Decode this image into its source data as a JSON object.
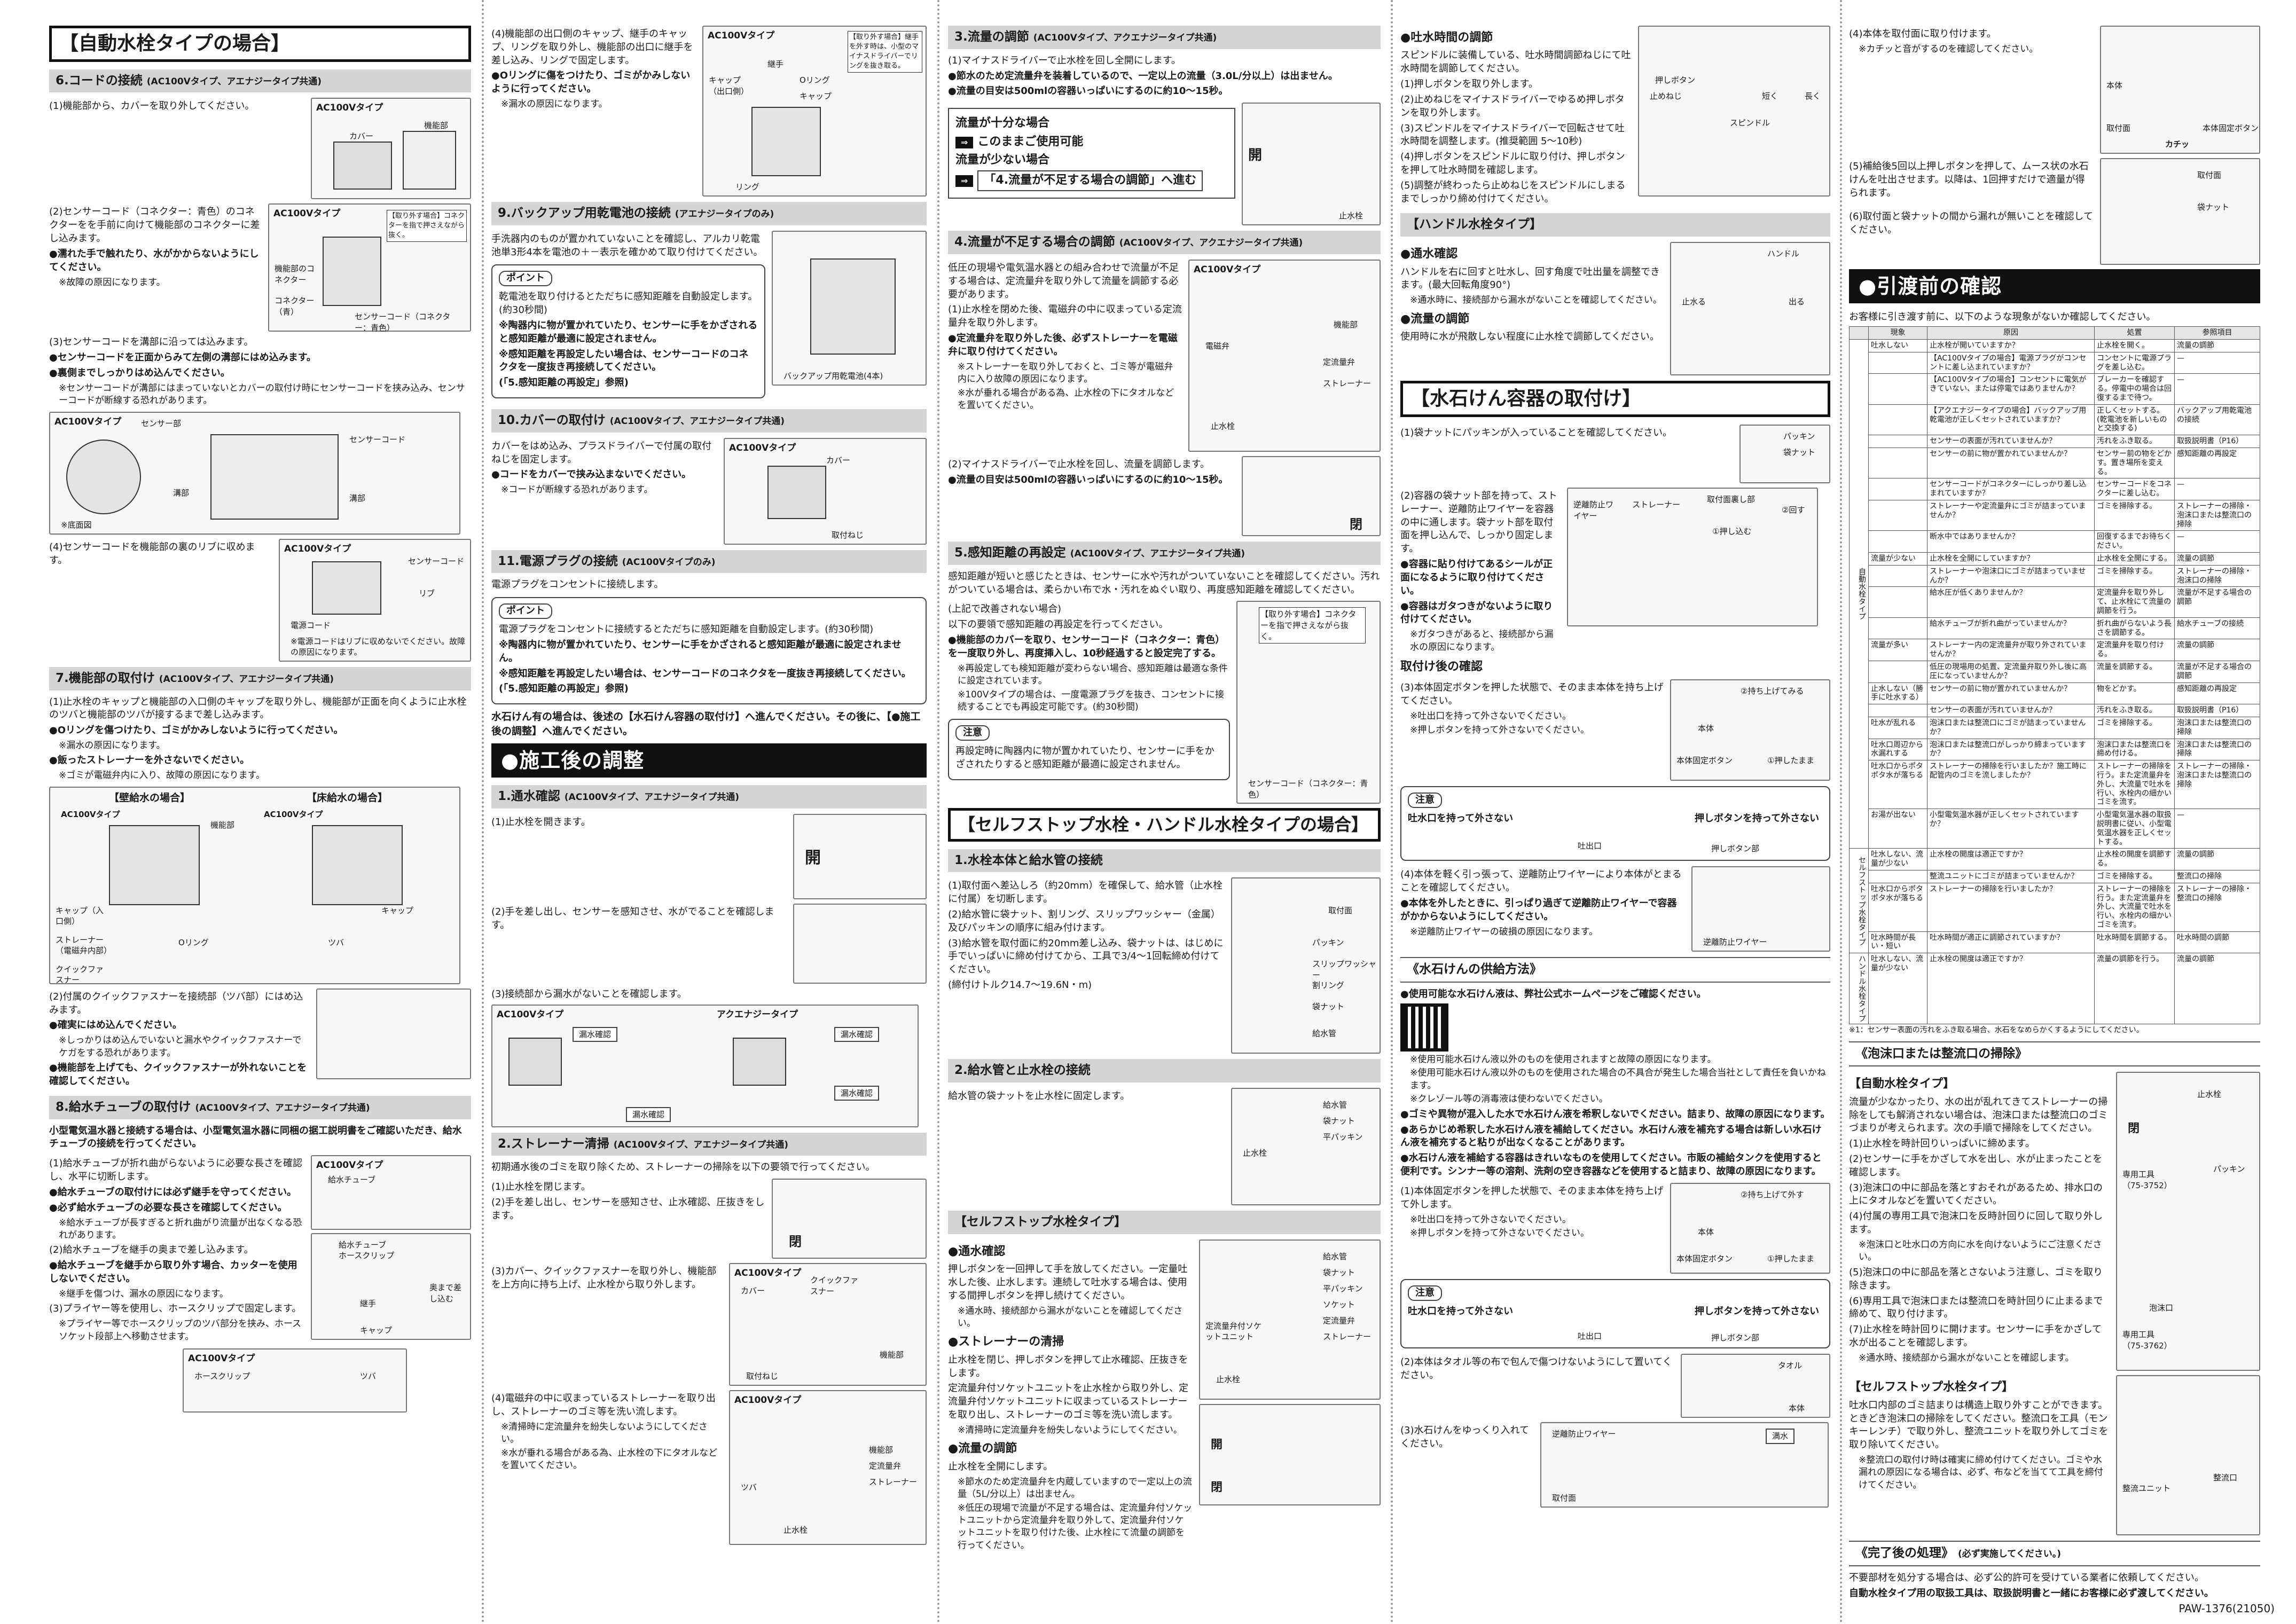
{
  "col1": {
    "banner": "【自動水栓タイプの場合】",
    "s6": {
      "title": "6.コードの接続",
      "sub": "(AC100Vタイプ、アエナジータイプ共通)",
      "p1": "(1)機能部から、カバーを取り外してください。",
      "fig1": "AC100Vタイプ",
      "fig1_labels": [
        "カバー",
        "機能部"
      ],
      "p2": "(2)センサーコード（コネクター：青色）のコネクターをを手前に向けて機能部のコネクターに差し込みます。",
      "b1": "●濡れた手で触れたり、水がかからないようにしてください。",
      "n1": "※故障の原因になります。",
      "fig2": "AC100Vタイプ",
      "fig2_note": "【取り外す場合】コネクターを指で押さえながら抜く。",
      "fig2_labels": [
        "機能部のコネクター",
        "コネクター（青）",
        "センサーコード（コネクター：青色）"
      ],
      "p3": "(3)センサーコードを溝部に沿っては込みます。",
      "b2": "●センサーコードを正面からみて左側の溝部にはめ込みます。",
      "b3": "●裏側までしっかりはめ込んでください。",
      "n3": "※センサーコードが溝部にはまっていないとカバーの取付け時にセンサーコードを挟み込み、センサーコードが断線する恐れがあります。",
      "fig3": "AC100Vタイプ",
      "fig3_labels": [
        "センサー部",
        "センサーコード",
        "溝部",
        "溝部",
        "※底面図"
      ],
      "p4": "(4)センサーコードを機能部の裏のリブに収めます。",
      "fig4": "AC100Vタイプ",
      "fig4_labels": [
        "センサーコード",
        "リブ",
        "電源コード"
      ],
      "n4": "※電源コードはリブに収めないでください。故障の原因になります。"
    },
    "s7": {
      "title": "7.機能部の取付け",
      "sub": "(AC100Vタイプ、アエナジータイプ共通)",
      "p1": "(1)止水栓のキャップと機能部の入口側のキャップを取り外し、機能部が正面を向くように止水栓のツバと機能部のツバが接するまで差し込みます。",
      "b1": "●Oリングを傷つけたり、ゴミがかみしないように行ってください。",
      "n1": "※漏水の原因になります。",
      "b2": "●飯ったストレーナーを外さないでください。",
      "n2": "※ゴミが電磁弁内に入り、故障の原因になります。",
      "wall": "【壁給水の場合】",
      "floor": "【床給水の場合】",
      "fig_wall": "AC100Vタイプ",
      "fig_floor": "AC100Vタイプ",
      "fig_labels": [
        "機能部",
        "キャップ（入口側）",
        "ストレーナー（電磁弁内部）",
        "クイックファスナー",
        "Oリング",
        "ツバ",
        "キャップ"
      ],
      "p2": "(2)付属のクイックファスナーを接続部（ツバ部）にはめ込みます。",
      "b3": "●確実にはめ込んでください。",
      "n3": "※しっかりはめ込んでいないと漏水やクイックファスナーでケガをする恐れがあります。",
      "b4": "●機能部を上げても、クイックファスナーが外れないことを確認してください。"
    },
    "s8": {
      "title": "8.給水チューブの取付け",
      "sub": "(AC100Vタイプ、アエナジータイプ共通)",
      "lead": "小型電気温水器と接続する場合は、小型電気温水器に同梱の据工説明書をご確認いただき、給水チューブの接続を行ってください。",
      "p1": "(1)給水チューブが折れ曲がらないように必要な長さを確認し、水平に切断します。",
      "b1": "●給水チューブの取付けには必ず継手を守ってください。",
      "b2": "●必ず給水チューブの必要な長さを確認してください。",
      "n2": "※給水チューブが長すぎると折れ曲がり流量が出なくなる恐れがあります。",
      "p2": "(2)給水チューブを継手の奥まで差し込みます。",
      "b3": "●給水チューブを継手から取り外す場合、カッターを使用しないでください。",
      "n3": "※継手を傷つけ、漏水の原因になります。",
      "p3": "(3)プライヤー等を使用し、ホースクリップで固定します。",
      "n4": "※プライヤー等でホースクリップのツバ部分を挟み、ホースソケット段部上へ移動させます。",
      "fig1": "AC100Vタイプ",
      "fig1_labels": [
        "給水チューブ"
      ],
      "fig2_labels": [
        "給水チューブ",
        "ホースクリップ",
        "継手",
        "キャップ",
        "奥まで差し込む"
      ],
      "fig3": "AC100Vタイプ",
      "fig3_labels": [
        "ホースクリップ",
        "ツバ"
      ]
    }
  },
  "col2": {
    "s7cont": {
      "p": "(4)機能部の出口側のキャップ、継手のキャップ、リングを取り外し、機能部の出口に継手を差し込み、リングで固定します。",
      "b": "●Oリングに傷をつけたり、ゴミがかみしないように行ってください。",
      "n": "※漏水の原因になります。",
      "fig": "AC100Vタイプ",
      "fig_note": "【取り外す場合】継手を外す時は、小型のマイナスドライバーでリングを抜き取る。",
      "fig_labels": [
        "キャップ（出口側）",
        "継手",
        "Oリング",
        "キャップ",
        "リング"
      ]
    },
    "s9": {
      "title": "9.バックアップ用乾電池の接続",
      "sub": "(アエナジータイプのみ)",
      "p": "手洗器内のものが置かれていないことを確認し、アルカリ乾電池単3形4本を電池の＋－表示を確かめて取り付けてください。",
      "tag": "ポイント",
      "pt1": "乾電池を取り付けるとただちに感知距離を自動設定します。(約30秒間)",
      "pt2": "※陶器内に物が置かれていたり、センサーに手をかざされると感知距離が最適に設定されません。",
      "pt3": "※感知距離を再設定したい場合は、センサーコードのコネクタを一度抜き再接続してください。",
      "pt4": "(「5.感知距離の再設定」参照)",
      "fig_labels": [
        "バックアップ用乾電池(4本)"
      ]
    },
    "s10": {
      "title": "10.カバーの取付け",
      "sub": "(AC100Vタイプ、アエナジータイプ共通)",
      "p": "カバーをはめ込み、プラスドライバーで付属の取付ねじを固定します。",
      "b": "●コードをカバーで挟み込まないでください。",
      "n": "※コードが断線する恐れがあります。",
      "fig": "AC100Vタイプ",
      "fig_labels": [
        "カバー",
        "取付ねじ"
      ]
    },
    "s11": {
      "title": "11.電源プラグの接続",
      "sub": "(AC100Vタイプのみ)",
      "p": "電源プラグをコンセントに接続します。",
      "tag": "ポイント",
      "pt1": "電源プラグをコンセントに接続するとただちに感知距離を自動設定します。(約30秒間)",
      "pt2": "※陶器内に物が置かれていたり、センサーに手をかざされると感知距離が最適に設定されません。",
      "pt3": "※感知距離を再設定したい場合は、センサーコードのコネクタを一度抜き再接続してください。",
      "pt4": "(「5.感知距離の再設定」参照)",
      "after": "水石けん有の場合は、後述の【水石けん容器の取付け】へ進んでください。その後に、【●施工後の調整】へ進んでください。"
    },
    "adjust": {
      "banner": "●施工後の調整",
      "s1": {
        "title": "1.通水確認",
        "sub": "(AC100Vタイプ、アエナジータイプ共通)",
        "p1": "(1)止水栓を開きます。",
        "p2": "(2)手を差し出し、センサーを感知させ、水がでることを確認します。",
        "p3": "(3)接続部から漏水がないことを確認します。",
        "fig_ac": "AC100Vタイプ",
        "fig_ae": "アクエナジータイプ",
        "label": "漏水確認",
        "open": "開"
      },
      "s2": {
        "title": "2.ストレーナー清掃",
        "sub": "(AC100Vタイプ、アエナジータイプ共通)",
        "lead": "初期通水後のゴミを取り除くため、ストレーナーの掃除を以下の要領で行ってください。",
        "p1": "(1)止水栓を閉じます。",
        "p2": "(2)手を差し出し、センサーを感知させ、止水確認、圧抜きをします。",
        "p3": "(3)カバー、クイックファスナーを取り外し、機能部を上方向に持ち上げ、止水栓から取り外します。",
        "p4": "(4)電磁弁の中に収まっているストレーナーを取り出し、ストレーナーのゴミ等を洗い流します。",
        "n1": "※清掃時に定流量弁を紛失しないようにしてください。",
        "n2": "※水が垂れる場合がある為、止水栓の下にタオルなどを置いてください。",
        "close": "閉",
        "fig1": "AC100Vタイプ",
        "fig1_labels": [
          "カバー",
          "クイックファスナー",
          "機能部",
          "取付ねじ"
        ],
        "fig2": "AC100Vタイプ",
        "fig2_labels": [
          "機能部",
          "定流量弁",
          "ツバ",
          "ストレーナー",
          "止水栓"
        ]
      }
    }
  },
  "col3": {
    "s3": {
      "title": "3.流量の調節",
      "sub": "(AC100Vタイプ、アクエナジータイプ共通)",
      "p1": "(1)マイナスドライバーで止水栓を回し全開にします。",
      "b1": "●節水のため定流量弁を装着しているので、一定以上の流量（3.0L/分以上）は出ません。",
      "b2": "●流量の目安は500mlの容器いっぱいにするのに約10～15秒。",
      "flow1": "流量が十分な場合",
      "flow2": "このままご使用可能",
      "flow3": "流量が少ない場合",
      "flow4": "「4.流量が不足する場合の調節」へ進む",
      "open": "開",
      "label": "止水栓"
    },
    "s4": {
      "title": "4.流量が不足する場合の調節",
      "sub": "(AC100Vタイプ、アクエナジータイプ共通)",
      "lead": "低圧の現場や電気温水器との組み合わせで流量が不足する場合は、定流量弁を取り外して流量を調節する必要があります。",
      "p1": "(1)止水栓を閉めた後、電磁弁の中に収まっている定流量弁を取り外します。",
      "b1": "●定流量弁を取り外した後、必ずストレーナーを電磁弁に取り付けてください。",
      "n1": "※ストレーナーを取り外しておくと、ゴミ等が電磁弁内に入り故障の原因になります。",
      "n2": "※水が垂れる場合がある為、止水栓の下にタオルなどを置いてください。",
      "p2": "(2)マイナスドライバーで止水栓を回し、流量を調節します。",
      "b2": "●流量の目安は500mlの容器いっぱいにするのに約10～15秒。",
      "fig": "AC100Vタイプ",
      "fig_labels": [
        "機能部",
        "定流量弁",
        "ストレーナー",
        "電磁弁",
        "止水栓"
      ],
      "close": "閉"
    },
    "s5": {
      "title": "5.感知距離の再設定",
      "sub": "(AC100Vタイプ、アエナジータイプ共通)",
      "lead": "感知距離が短いと感じたときは、センサーに水や汚れがついていないことを確認してください。汚れがついている場合は、柔らかい布で水・汚れをぬぐい取り、再度感知距離を確認してください。",
      "lead2": "(上記で改善されない場合)",
      "lead3": "以下の要領で感知距離の再設定を行ってください。",
      "b1": "●機能部のカバーを取り、センサーコード（コネクター：青色）を一度取り外し、再度挿入し、10秒経過すると設定完了する。",
      "n1": "※再設定しても検知距離が変わらない場合、感知距離は最適な条件に設定されています。",
      "n2": "※100Vタイプの場合は、一度電源プラグを抜き、コンセントに接続することでも再設定可能です。(約30秒間)",
      "tag": "注意",
      "note": "再設定時に陶器内に物が置かれていたり、センサーに手をかざされたりすると感知距離が最適に設定されません。",
      "fig_note": "【取り外す場合】コネクターを指で押さえながら抜く。",
      "fig_labels": [
        "センサーコード（コネクター：青色）"
      ]
    },
    "selfstop": {
      "banner": "【セルフストップ水栓・ハンドル水栓タイプの場合】",
      "s1": {
        "title": "1.水栓本体と給水管の接続",
        "p1": "(1)取付面へ差込しろ（約20mm）を確保して、給水管（止水栓に付属）を切断します。",
        "p2": "(2)給水管に袋ナット、割リング、スリップワッシャー（金属）及びパッキンの順序に組み付けます。",
        "p3": "(3)給水管を取付面に約20mm差し込み、袋ナットは、はじめに手でいっぱいに締め付けてから、工具で3/4～1回転締め付けてください。",
        "p4": "(締付けトルク14.7～19.6N・m)",
        "fig_labels": [
          "取付面",
          "パッキン",
          "スリップワッシャー",
          "割リング",
          "袋ナット",
          "給水管"
        ]
      },
      "s2": {
        "title": "2.給水管と止水栓の接続",
        "p1": "給水管の袋ナットを止水栓に固定します。",
        "fig_labels": [
          "給水管",
          "袋ナット",
          "平パッキン",
          "止水栓"
        ]
      },
      "typeA": {
        "title": "【セルフストップ水栓タイプ】",
        "h1": "●通水確認",
        "p1": "押しボタンを一回押して手を放してください。一定量吐水した後、止水します。連続して吐水する場合は、使用する間押しボタンを押し続けてください。",
        "n1": "※通水時、接続部から漏水がないことを確認してください。",
        "h2": "●ストレーナーの清掃",
        "p2": "止水栓を閉じ、押しボタンを押して止水確認、圧抜きをします。",
        "p3": "定流量弁付ソケットユニットを止水栓から取り外し、定流量弁付ソケットユニットに収まっているストレーナーを取り出し、ストレーナーのゴミ等を洗い流します。",
        "n2": "※清掃時に定流量弁を紛失しないようにしてください。",
        "h3": "●流量の調節",
        "p4": "止水栓を全開にします。",
        "n3": "※節水のため定流量弁を内蔵していますので一定以上の流量（5L/分以上）は出ません。",
        "n4": "※低圧の現場で流量が不足する場合は、定流量弁付ソケットユニットから定流量弁を取り外して、定流量弁付ソケットユニットを取り付けた後、止水栓にて流量の調節を行ってください。",
        "fig_labels": [
          "給水管",
          "袋ナット",
          "平パッキン",
          "ソケット",
          "定流量弁",
          "ストレーナー",
          "定流量弁付ソケットユニット",
          "止水栓"
        ],
        "open": "開",
        "close": "閉"
      }
    }
  },
  "col4": {
    "spout": {
      "h": "●吐水時間の調節",
      "p": "スピンドルに装備している、吐水時間調節ねじにて吐水時間を調節してください。",
      "p1": "(1)押しボタンを取り外します。",
      "p2": "(2)止めねじをマイナスドライバーでゆるめ押しボタンを取り外します。",
      "p3": "(3)スピンドルをマイナスドライバーで回転させて吐水時間を調整します。(推奨範囲 5～10秒)",
      "p4": "(4)押しボタンをスピンドルに取り付け、押しボタンを押して吐水時間を確認します。",
      "p5": "(5)調整が終わったら止めねじをスピンドルにしまるまでしっかり締め付けてください。",
      "fig_labels": [
        "押しボタン",
        "止めねじ",
        "スピンドル",
        "短く",
        "長く"
      ]
    },
    "handle": {
      "title": "【ハンドル水栓タイプ】",
      "h1": "●通水確認",
      "p1": "ハンドルを右に回すと吐水し、回す角度で吐出量を調整できます。(最大回転角度90°)",
      "n1": "※通水時に、接続部から漏水がないことを確認してください。",
      "h2": "●流量の調節",
      "p2": "使用時に水が飛散しない程度に止水栓で調節してください。",
      "fig_labels": [
        "ハンドル",
        "止水る",
        "出る"
      ]
    },
    "soap": {
      "banner": "【水石けん容器の取付け】",
      "p1": "(1)袋ナットにパッキンが入っていることを確認してください。",
      "p2": "(2)容器の袋ナット部を持って、ストレーナー、逆離防止ワイヤーを容器の中に通します。袋ナット部を取付面を押し込んで、しっかり固定します。",
      "b1": "●容器に貼り付けてあるシールが正面になるように取り付けてください。",
      "b2": "●容器はガタつきがないように取り付けてください。",
      "n1": "※ガタつきがあると、接続部から漏水の原因になります。",
      "fig1_labels": [
        "パッキン",
        "袋ナット"
      ],
      "fig2_labels": [
        "逆離防止ワイヤー",
        "ストレーナー",
        "取付面裏し部",
        "①押し込む",
        "②回す"
      ],
      "h": "取付け後の確認",
      "p3": "(3)本体固定ボタンを押した状態で、そのまま本体を持ち上げてください。",
      "n2": "※吐出口を持って外さないでください。",
      "n3": "※押しボタンを持って外さないでください。",
      "fig3_labels": [
        "②持ち上げてみる",
        "本体",
        "本体固定ボタン",
        "①押したまま"
      ],
      "tag": "注意",
      "c1": "吐水口を持って外さない",
      "c2": "押しボタンを持って外さない",
      "c_labels": [
        "吐出口",
        "押しボタン部"
      ],
      "p4": "(4)本体を軽く引っ張って、逆離防止ワイヤーにより本体がとまることを確認してください。",
      "b3": "●本体を外したときに、引っぱり過ぎて逆離防止ワイヤーで容器がかからないようにしてください。",
      "n4": "※逆離防止ワイヤーの破損の原因になります。",
      "fig4_labels": [
        "逆離防止ワイヤー"
      ]
    },
    "supply": {
      "title": "《水石けんの供給方法》",
      "b1": "●使用可能な水石けん液は、弊社公式ホームページをご確認ください。",
      "n1": "※使用可能水石けん液以外のものを使用されますと故障の原因になります。",
      "n2": "※使用可能水石けん液以外のものを使用された場合の不具合が発生した場合当社として責任を負いかねます。",
      "n3": "※クレゾール等の消毒液は使わないでください。",
      "b2": "●ゴミや異物が混入した水で水石けん液を希釈しないでください。詰まり、故障の原因になります。",
      "b3": "●あらかじめ希釈した水石けん液を補給してください。水石けん液を補充する場合は新しい水石けん液を補充すると粘りが出なくなることがあります。",
      "b4": "●水石けん液を補給する容器はきれいなものを使用してください。市販の補給タンクを使用すると便利です。シンナー等の溶剤、洗剤の空き容器などを使用すると詰まり、故障の原因になります。",
      "p1": "(1)本体固定ボタンを押した状態で、そのまま本体を持ち上げて外します。",
      "n4": "※吐出口を持って外さないでください。",
      "n5": "※押しボタンを持って外さないでください。",
      "fig1_labels": [
        "②持ち上げて外す",
        "本体",
        "本体固定ボタン",
        "①押したまま"
      ],
      "tag": "注意",
      "c1": "吐水口を持って外さない",
      "c2": "押しボタンを持って外さない",
      "c_labels": [
        "吐出口",
        "押しボタン部"
      ],
      "p2": "(2)本体はタオル等の布で包んで傷つけないようにして置いてください。",
      "fig2_labels": [
        "タオル",
        "本体"
      ],
      "p3": "(3)水石けんをゆっくり入れてください。",
      "fig3_labels": [
        "逆離防止ワイヤー",
        "満水",
        "取付面"
      ]
    }
  },
  "col5": {
    "soapcont": {
      "p4": "(4)本体を取付面に取り付けます。",
      "n1": "※カチッと音がするのを確認してください。",
      "fig1_labels": [
        "本体",
        "取付面",
        "本体固定ボタン",
        "カチッ"
      ],
      "p5": "(5)補給後5回以上押しボタンを押して、ムース状の水石けんを吐出させます。以降は、1回押すだけで適量が得られます。",
      "fig2_labels": [
        "取付面",
        "袋ナット"
      ],
      "p6": "(6)取付面と袋ナットの間から漏れが無いことを確認してください。"
    },
    "handover": {
      "banner": "●引渡前の確認",
      "lead": "お客様に引き渡す前に、以下のような現象がないか確認してください。",
      "headers": [
        "現象",
        "原因",
        "処置",
        "参照項目"
      ],
      "group1": "自動水栓タイプ",
      "group2": "セルフストップ水栓タイプ",
      "group3": "ハンドル水栓タイプ",
      "rows": [
        [
          "吐水しない",
          "止水栓が開いていますか？",
          "止水栓を開く。",
          "流量の調節"
        ],
        [
          "",
          "【AC100Vタイプの場合】電源プラグがコンセントに差し込まれていますか？",
          "コンセントに電源プラグを差し込む。",
          "—"
        ],
        [
          "",
          "【AC100Vタイプの場合】コンセントに電気がきていない、または停電ではありませんか？",
          "ブレーカーを確認する。停電中の場合は回復するまで待つ。",
          "—"
        ],
        [
          "",
          "【アクエナジータイプの場合】バックアップ用乾電池が正しくセットされていますか？",
          "正しくセットする。(乾電池を新しいものと交換する)",
          "バックアップ用乾電池の接続"
        ],
        [
          "",
          "センサーの表面が汚れていませんか？",
          "汚れをふき取る。",
          "取扱説明書（P16）"
        ],
        [
          "",
          "センサーの前に物が置かれていませんか？",
          "センサー前の物をどかす。置き場所を変える。",
          "感知距離の再設定"
        ],
        [
          "",
          "センサーコードがコネクターにしっかり差し込まれていますか？",
          "センサーコードをコネクターに差し込む。",
          "—"
        ],
        [
          "",
          "ストレーナーや定流量弁にゴミが詰まっていませんか？",
          "ゴミを掃除する。",
          "ストレーナーの掃除・泡沫口または整流口の掃除"
        ],
        [
          "",
          "断水中ではありませんか？",
          "回復するまでお待ちください。",
          "—"
        ],
        [
          "流量が少ない",
          "止水栓を全開にしていますか？",
          "止水栓を全開にする。",
          "流量の調節"
        ],
        [
          "",
          "ストレーナーや泡沫口にゴミが詰まっていませんか？",
          "ゴミを掃除する。",
          "ストレーナーの掃除・泡沫口の掃除"
        ],
        [
          "",
          "給水圧が低くありませんか？",
          "定流量弁を取り外して、止水栓にて流量の調節を行う。",
          "流量が不足する場合の調節"
        ],
        [
          "",
          "給水チューブが折れ曲がっていませんか？",
          "折れ曲がらないよう長さを調節する。",
          "給水チューブの接続"
        ],
        [
          "流量が多い",
          "ストレーナー内の定流量弁が取り外されていませんか？",
          "定流量弁を取り付ける。",
          "流量の調節"
        ],
        [
          "",
          "低圧の現場用の処置、定流量弁取り外し後に高圧になっていませんか？",
          "流量を調節する。",
          "流量が不足する場合の調節"
        ],
        [
          "止水しない（勝手に吐水する）",
          "センサーの前に物が置かれていませんか？",
          "物をどかす。",
          "感知距離の再設定"
        ],
        [
          "",
          "センサーの表面が汚れていませんか？",
          "汚れをふき取る。",
          "取扱説明書（P16）"
        ],
        [
          "吐水が乱れる",
          "泡沫口または整流口にゴミが詰まっていませんか？",
          "ゴミを掃除する。",
          "泡沫口または整流口の掃除"
        ],
        [
          "吐水口周辺から水漏れする",
          "泡沫口または整流口がしっかり締まっていますか？",
          "泡沫口または整流口を締め付ける。",
          "泡沫口または整流口の掃除"
        ],
        [
          "吐水口からポタポタ水が落ちる",
          "ストレーナーの掃除を行いましたか？施工時に配管内のゴミを流しましたか？",
          "ストレーナーの掃除を行う。また定流量弁を外し、大流量で吐水を行い、水栓内の細かいゴミを流す。",
          "ストレーナーの掃除・泡沫口または整流口の掃除"
        ],
        [
          "お湯が出ない",
          "小型電気温水器が正しくセットされていますか？",
          "小型電気温水器の取扱説明書に従い、小型電気温水器を正しくセットする。",
          "—"
        ],
        [
          "吐水しない、流量が少ない",
          "止水栓の開度は適正ですか？",
          "止水栓の開度を調節する。",
          "流量の調節"
        ],
        [
          "",
          "整流ユニットにゴミが詰まっていませんか？",
          "ゴミを掃除する。",
          "整流口の掃除"
        ],
        [
          "吐水口からポタポタ水が落ちる",
          "ストレーナーの掃除を行いましたか？",
          "ストレーナーの掃除を行う。また定流量弁を外し、大流量で吐水を行い、水栓内の細かいゴミを流す。",
          "ストレーナーの掃除・整流口の掃除"
        ],
        [
          "吐水時間が長い・短い",
          "吐水時間が適正に調節されていますか？",
          "吐水時間を調節する。",
          "吐水時間の調節"
        ],
        [
          "吐水しない、流量が少ない",
          "止水栓の開度は適正ですか？",
          "流量の調節を行う。",
          "流量の調節"
        ]
      ],
      "foot": "※1：センサー表面の汚れをふき取る場合、水石をなめらかくするようにしてください。"
    },
    "clean": {
      "title": "《泡沫口または整流口の掃除》",
      "h1": "【自動水栓タイプ】",
      "p": "流量が少なかったり、水の出が乱れてきてストレーナーの掃除をしても解消されない場合は、泡沫口または整流口のゴミづまりが考えられます。次の手順で掃除をしてください。",
      "p1": "(1)止水栓を時計回りいっぱいに締めます。",
      "p2": "(2)センサーに手をかざして水を出し、水が止まったことを確認します。",
      "p3": "(3)泡沫口の中に部品を落とすおそれがあるため、排水口の上にタオルなどを置いてください。",
      "p4": "(4)付属の専用工具で泡沫口を反時計回りに回して取り外します。",
      "n1": "※泡沫口と吐水口の方向に水を向けないようにご注意ください。",
      "p5": "(5)泡沫口の中に部品を落とさないよう注意し、ゴミを取り除きます。",
      "p6": "(6)専用工具で泡沫口または整流口を時計回りに止まるまで締めて、取り付けます。",
      "p7": "(7)止水栓を時計回りに開けます。センサーに手をかざして水が出ることを確認します。",
      "n2": "※通水時、接続部から漏水がないことを確認します。",
      "fig1_labels": [
        "止水栓",
        "閉",
        "専用工具（75-3752）",
        "パッキン",
        "泡沫口",
        "専用工具（75-3762）"
      ],
      "h2": "【セルフストップ水栓タイプ】",
      "p8": "吐水口内部のゴミ詰まりは構造上取り外すことができます。ときどき泡沫口の掃除をしてください。整流口を工具（モンキーレンチ）で取り外し、整流ユニットを取り外してゴミを取り除いてください。",
      "n3": "※整流口の取付け時は確実に締め付けてください。ゴミや水漏れの原因になる場合は、必ず、布などを当てて工具を締付けてください。",
      "fig2_labels": [
        "整流ユニット",
        "整流口"
      ]
    },
    "finish": {
      "title": "《完了後の処理》",
      "sub": "(必ず実施してください。)",
      "p": "不要部材を処分する場合は、必ず公的許可を受けている業者に依頼してください。",
      "b": "自動水栓タイプ用の取扱工具は、取扱説明書と一緒にお客様に必ず渡してください。"
    },
    "code": "PAW-1376(21050)"
  }
}
